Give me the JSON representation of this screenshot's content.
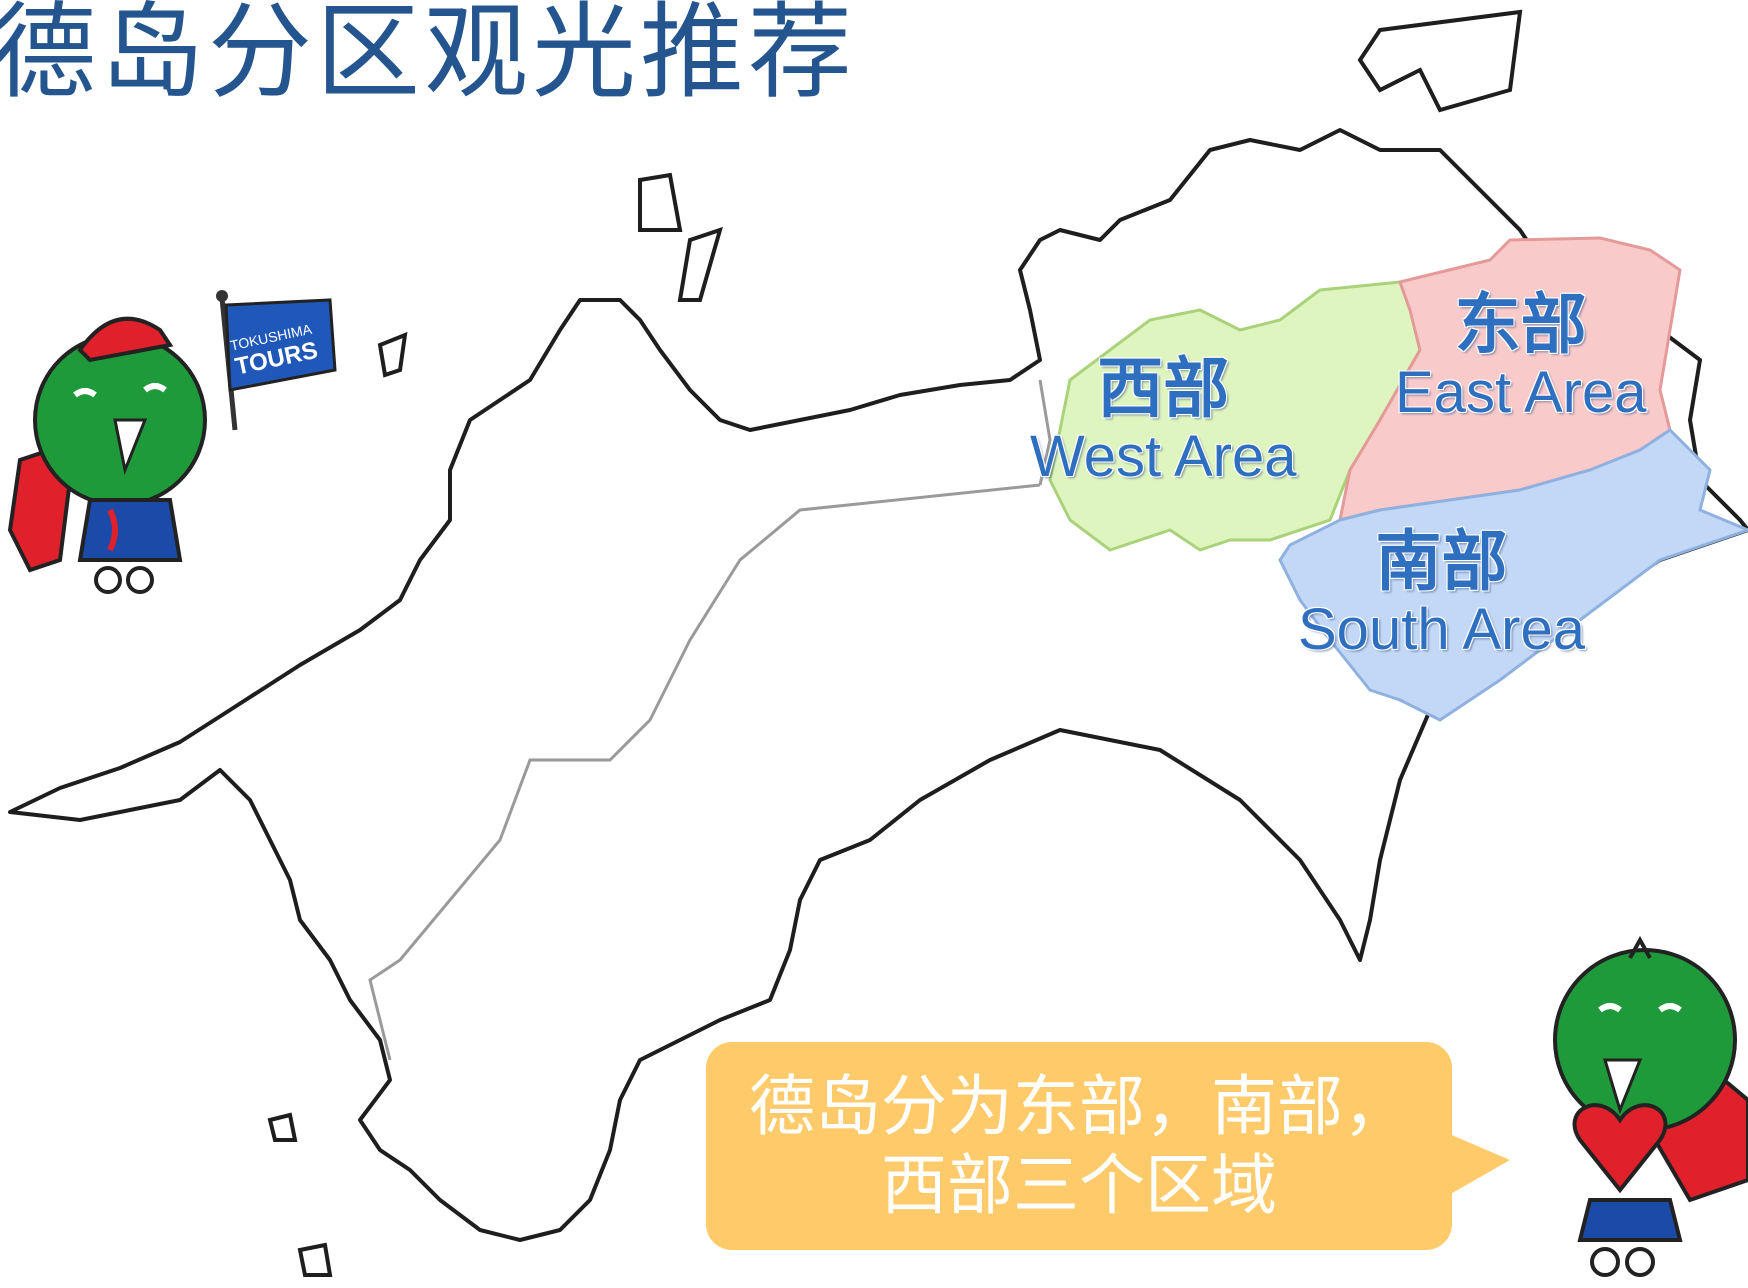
{
  "title": "德岛分区观光推荐",
  "areas": {
    "west": {
      "zh": "西部",
      "en": "West Area",
      "color": "#dff5c0"
    },
    "east": {
      "zh": "东部",
      "en": "East Area",
      "color": "#f9caca"
    },
    "south": {
      "zh": "南部",
      "en": "South Area",
      "color": "#c3d8f6"
    }
  },
  "speech_bubble": {
    "line1": "德岛分为东部，南部，",
    "line2": "西部三个区域",
    "color": "#ffca6a"
  },
  "flag": {
    "line1": "TOKUSHIMA",
    "line2": "TOURS",
    "color": "#1f58b8"
  },
  "colors": {
    "title": "#24558f",
    "label": "#2f6fbf",
    "mascot_green": "#1f9a3a",
    "mascot_red": "#e0202a",
    "mascot_blue": "#1c4aa8"
  }
}
